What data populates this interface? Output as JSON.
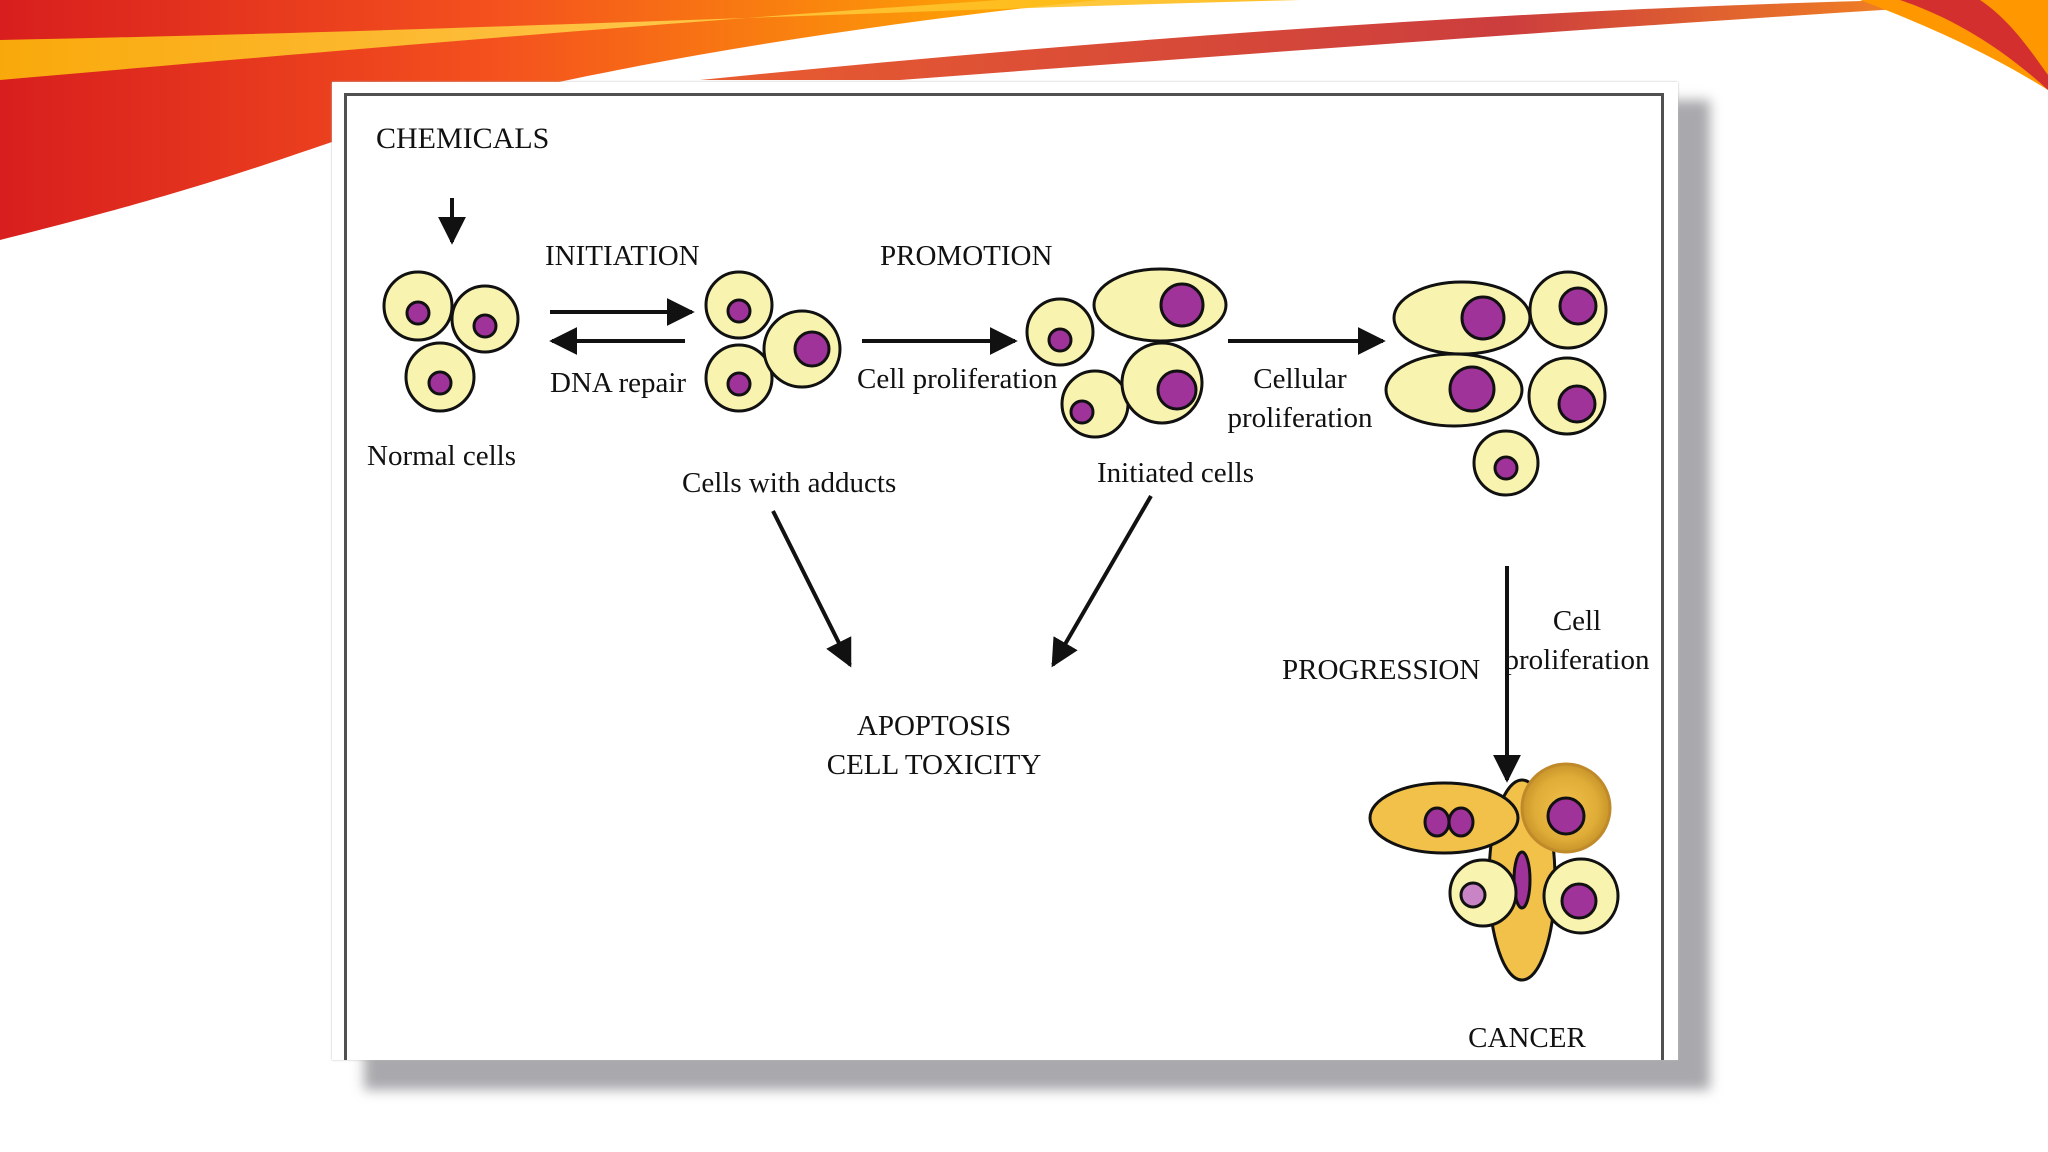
{
  "diagram": {
    "chemicals": "CHEMICALS",
    "initiation": "INITIATION",
    "dna_repair": "DNA repair",
    "promotion": "PROMOTION",
    "cell_proliferation_1": "Cell proliferation",
    "cellular_proliferation": [
      "Cellular",
      "proliferation"
    ],
    "normal_cells": "Normal cells",
    "cells_with_adducts": "Cells with adducts",
    "initiated_cells": "Initiated cells",
    "apoptosis": [
      "APOPTOSIS",
      "CELL TOXICITY"
    ],
    "progression": "PROGRESSION",
    "cell_proliferation_2": [
      "Cell",
      "proliferation"
    ],
    "cancer": "CANCER"
  },
  "colors": {
    "cell_fill": "#f8f4b0",
    "nucleus_fill": "#a0339a",
    "nucleus_light": "#c884c4",
    "cancer_cell_fill": "#f2c14a",
    "cancer_cell_dark": "#d9a52e",
    "outline": "#111111"
  }
}
